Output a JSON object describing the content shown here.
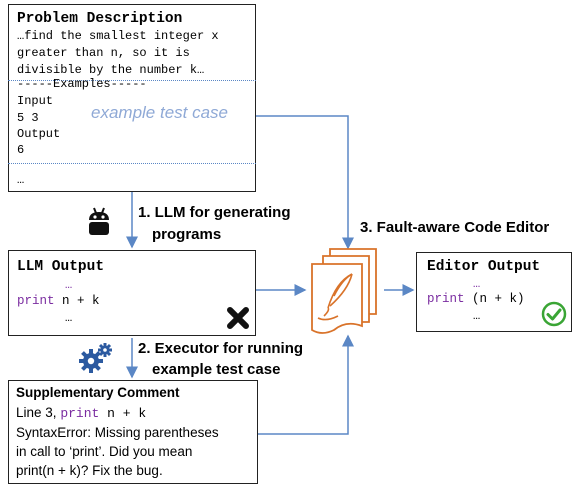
{
  "problem": {
    "title": "Problem Description",
    "line1": "…find the smallest integer x",
    "line2": "greater than n, so it is",
    "line3": "divisible by the number k…",
    "examples_header": "-----Examples-----",
    "input_label": "Input",
    "input_value": "5 3",
    "output_label": "Output",
    "output_value": "6",
    "example_caption": "example test case",
    "ellipsis": "…"
  },
  "llm_output": {
    "title": "LLM Output",
    "dots_top": "…",
    "code_kw": "print",
    "code_rest": " n + k",
    "dots_bottom": "…"
  },
  "editor_output": {
    "title": "Editor Output",
    "dots_top": "…",
    "code_kw": "print",
    "code_rest": " (n + k)",
    "dots_bottom": "…"
  },
  "comment": {
    "title": "Supplementary Comment",
    "line1_prefix": "Line 3,",
    "line1_kw": "print",
    "line1_rest": " n + k",
    "line2": "SyntaxError: Missing parentheses",
    "line3": "in call to ‘print’. Did you mean",
    "line4": "print(n + k)? Fix the bug."
  },
  "steps": {
    "step1_line1": "1. LLM for generating",
    "step1_line2": "programs",
    "step2_line1": "2. Executor for running",
    "step2_line2": "example test case",
    "step3": "3. Fault-aware Code Editor"
  },
  "colors": {
    "arrow": "#5b87c5",
    "keyword": "#7a2ca0",
    "caption": "#8fa9d6",
    "editor_orange": "#d9732a",
    "check_green": "#3aa535"
  }
}
